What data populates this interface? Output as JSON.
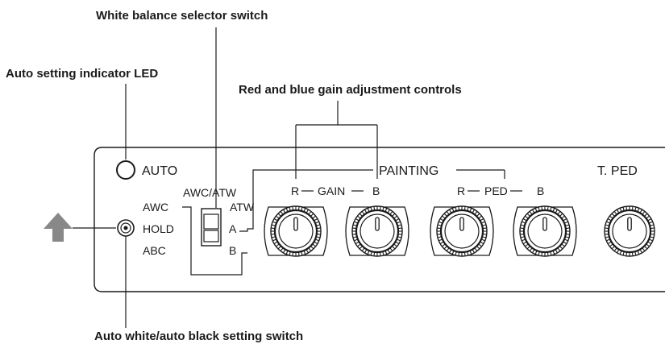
{
  "callouts": {
    "white_balance_selector": "White balance selector switch",
    "auto_led": "Auto setting indicator LED",
    "gain_controls": "Red and blue gain adjustment controls",
    "awb_abb_switch": "Auto white/auto black setting switch"
  },
  "panel": {
    "auto_label": "AUTO",
    "awc_atw_label": "AWC/ATW",
    "awc": "AWC",
    "hold": "HOLD",
    "abc": "ABC",
    "atw": "ATW",
    "pos_a": "A",
    "pos_b": "B",
    "painting": "PAINTING",
    "gain_r": "R",
    "gain": "GAIN",
    "gain_b": "B",
    "ped_r": "R",
    "ped": "PED",
    "ped_b": "B",
    "tped": "T. PED"
  },
  "colors": {
    "ink": "#1a1a1a",
    "arrow": "#888888",
    "knob_fill": "#ffffff"
  },
  "icons": {
    "arrow": "up-arrow-icon",
    "led": "led-ring-icon",
    "knob": "rotary-knob-icon"
  }
}
